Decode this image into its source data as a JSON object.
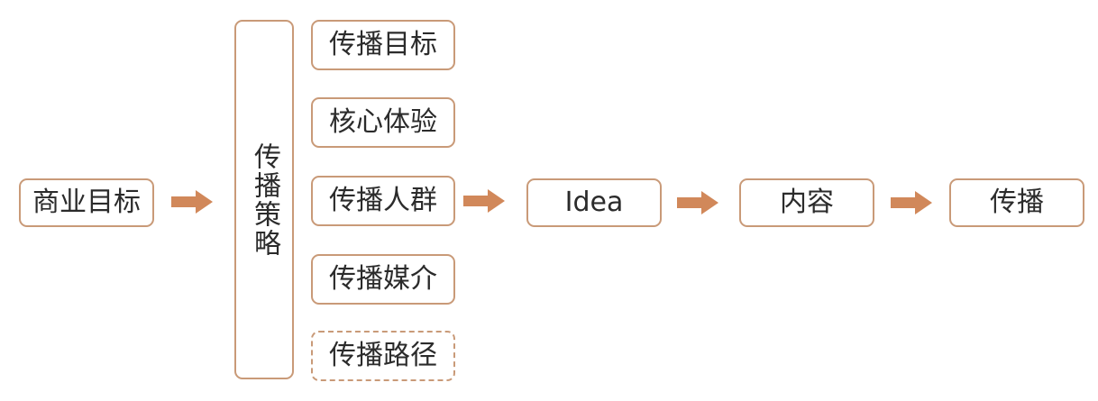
{
  "diagram": {
    "start": "商业目标",
    "strategy": "传播策略",
    "strategy_items": [
      "传播目标",
      "核心体验",
      "传播人群",
      "传播媒介",
      "传播路径"
    ],
    "idea": "Idea",
    "content": "内容",
    "spread": "传播"
  },
  "colors": {
    "box_border": "#c99a78",
    "arrow": "#d1885a",
    "text": "#2b2b2b"
  }
}
